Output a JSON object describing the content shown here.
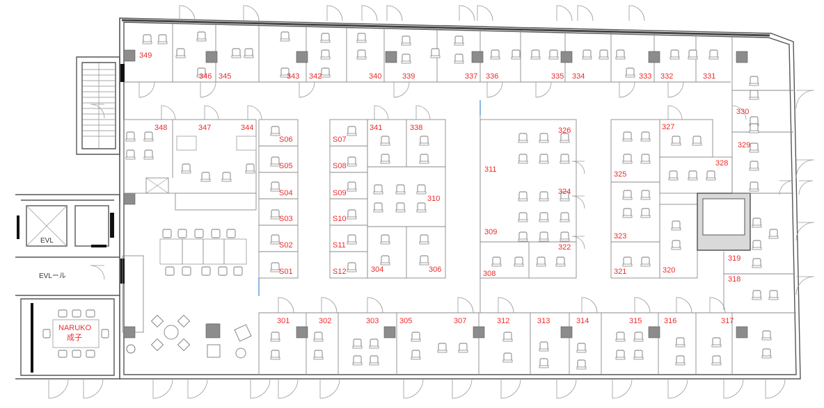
{
  "rooms": [
    {
      "id": "349",
      "label": "349"
    },
    {
      "id": "346",
      "label": "346"
    },
    {
      "id": "345",
      "label": "345"
    },
    {
      "id": "343",
      "label": "343"
    },
    {
      "id": "342",
      "label": "342"
    },
    {
      "id": "340",
      "label": "340"
    },
    {
      "id": "339",
      "label": "339"
    },
    {
      "id": "337",
      "label": "337"
    },
    {
      "id": "336",
      "label": "336"
    },
    {
      "id": "335",
      "label": "335"
    },
    {
      "id": "334",
      "label": "334"
    },
    {
      "id": "333",
      "label": "333"
    },
    {
      "id": "332",
      "label": "332"
    },
    {
      "id": "331",
      "label": "331"
    },
    {
      "id": "330",
      "label": "330"
    },
    {
      "id": "329",
      "label": "329"
    },
    {
      "id": "328",
      "label": "328"
    },
    {
      "id": "327",
      "label": "327"
    },
    {
      "id": "326",
      "label": "326"
    },
    {
      "id": "325",
      "label": "325"
    },
    {
      "id": "324",
      "label": "324"
    },
    {
      "id": "323",
      "label": "323"
    },
    {
      "id": "322",
      "label": "322"
    },
    {
      "id": "321",
      "label": "321"
    },
    {
      "id": "320",
      "label": "320"
    },
    {
      "id": "319",
      "label": "319"
    },
    {
      "id": "318",
      "label": "318"
    },
    {
      "id": "317",
      "label": "317"
    },
    {
      "id": "316",
      "label": "316"
    },
    {
      "id": "315",
      "label": "315"
    },
    {
      "id": "314",
      "label": "314"
    },
    {
      "id": "313",
      "label": "313"
    },
    {
      "id": "312",
      "label": "312"
    },
    {
      "id": "311",
      "label": "311"
    },
    {
      "id": "310",
      "label": "310"
    },
    {
      "id": "309",
      "label": "309"
    },
    {
      "id": "308",
      "label": "308"
    },
    {
      "id": "307",
      "label": "307"
    },
    {
      "id": "306",
      "label": "306"
    },
    {
      "id": "305",
      "label": "305"
    },
    {
      "id": "304",
      "label": "304"
    },
    {
      "id": "303",
      "label": "303"
    },
    {
      "id": "302",
      "label": "302"
    },
    {
      "id": "301",
      "label": "301"
    },
    {
      "id": "338",
      "label": "338"
    },
    {
      "id": "341",
      "label": "341"
    },
    {
      "id": "344",
      "label": "344"
    },
    {
      "id": "347",
      "label": "347"
    },
    {
      "id": "348",
      "label": "348"
    },
    {
      "id": "S01",
      "label": "S01"
    },
    {
      "id": "S02",
      "label": "S02"
    },
    {
      "id": "S03",
      "label": "S03"
    },
    {
      "id": "S04",
      "label": "S04"
    },
    {
      "id": "S05",
      "label": "S05"
    },
    {
      "id": "S06",
      "label": "S06"
    },
    {
      "id": "S07",
      "label": "S07"
    },
    {
      "id": "S08",
      "label": "S08"
    },
    {
      "id": "S09",
      "label": "S09"
    },
    {
      "id": "S10",
      "label": "S10"
    },
    {
      "id": "S11",
      "label": "S11"
    },
    {
      "id": "S12",
      "label": "S12"
    }
  ],
  "elevator": {
    "label": "EVL"
  },
  "elevator_hall": {
    "label": "EVLール"
  },
  "meeting_room": {
    "name_en": "NARUKO",
    "name_ja": "成子"
  }
}
